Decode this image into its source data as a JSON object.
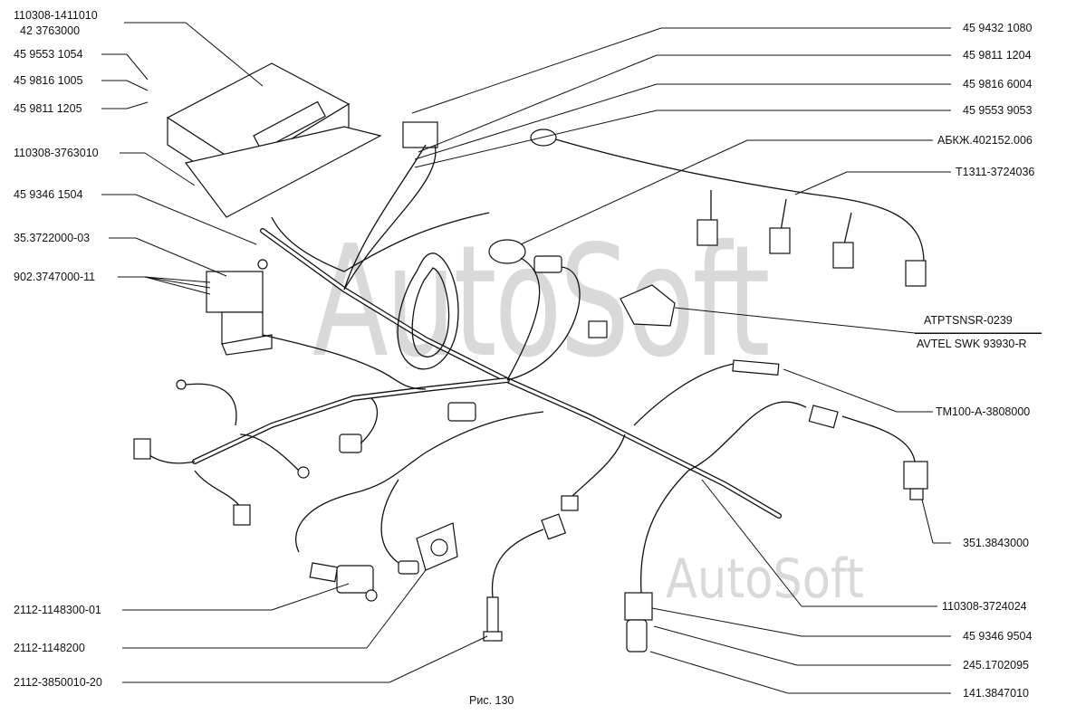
{
  "diagram": {
    "caption": "Рис. 130",
    "watermark_main": "AutoSoft",
    "watermark_small": "AutoSoft",
    "left_labels": [
      "110308-1411010",
      "42 3763000",
      "45 9553 1054",
      "45 9816 1005",
      "45 9811 1205",
      "110308-3763010",
      "45 9346 1504",
      "35.3722000-03",
      "902.3747000-11",
      "2112-1148300-01",
      "2112-1148200",
      "2112-3850010-20"
    ],
    "right_labels": [
      "45 9432 1080",
      "45 9811 1204",
      "45 9816 6004",
      "45 9553 9053",
      "АБКЖ.402152.006",
      "Т1311-3724036",
      "ATPTSNSR-0239",
      "AVTEL SWK 93930-R",
      "ТМ100-А-3808000",
      "351.3843000",
      "110308-3724024",
      "45 9346 9504",
      "245.1702095",
      "141.3847010"
    ]
  }
}
